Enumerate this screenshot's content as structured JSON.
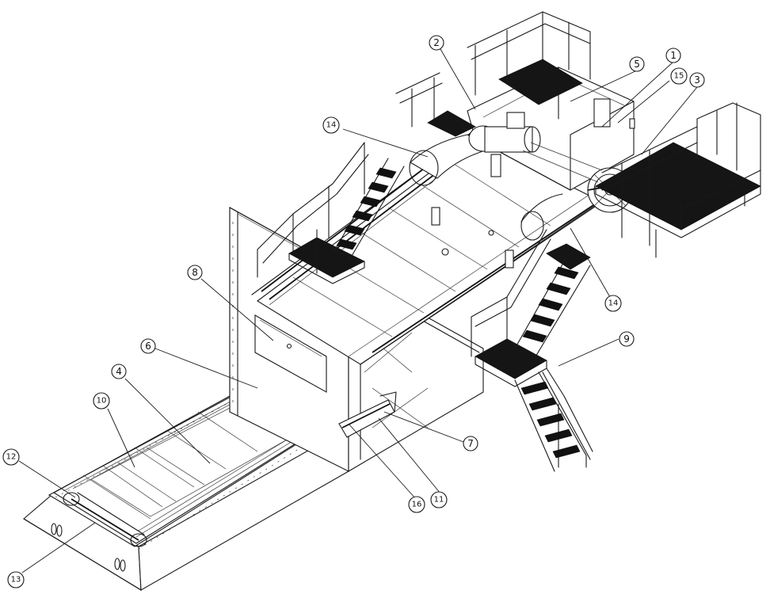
{
  "callouts": [
    {
      "id": "c1",
      "text": "1"
    },
    {
      "id": "c2",
      "text": "2"
    },
    {
      "id": "c3",
      "text": "3"
    },
    {
      "id": "c4",
      "text": "4"
    },
    {
      "id": "c5",
      "text": "5"
    },
    {
      "id": "c6",
      "text": "6"
    },
    {
      "id": "c7",
      "text": "7"
    },
    {
      "id": "c8",
      "text": "8"
    },
    {
      "id": "c9",
      "text": "9"
    },
    {
      "id": "c10",
      "text": "10"
    },
    {
      "id": "c11",
      "text": "11"
    },
    {
      "id": "c12",
      "text": "12"
    },
    {
      "id": "c13",
      "text": "13"
    },
    {
      "id": "c14a",
      "text": "14"
    },
    {
      "id": "c14b",
      "text": "14"
    },
    {
      "id": "c15",
      "text": "15"
    },
    {
      "id": "c16",
      "text": "16"
    }
  ]
}
